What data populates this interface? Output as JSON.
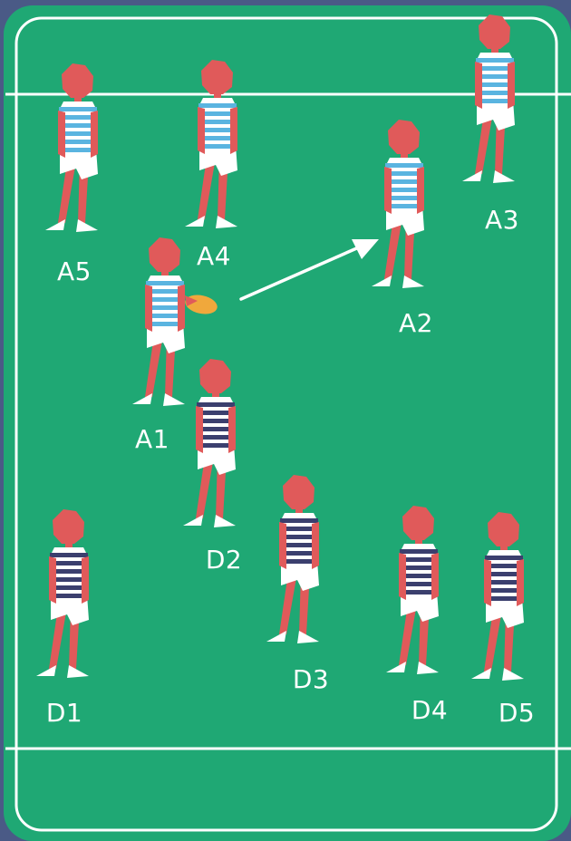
{
  "players": [
    {
      "id": "a5",
      "label": "A5",
      "team": "attack"
    },
    {
      "id": "a4",
      "label": "A4",
      "team": "attack"
    },
    {
      "id": "a3",
      "label": "A3",
      "team": "attack"
    },
    {
      "id": "a2",
      "label": "A2",
      "team": "attack"
    },
    {
      "id": "a1",
      "label": "A1",
      "team": "attack",
      "has_ball": true
    },
    {
      "id": "d2",
      "label": "D2",
      "team": "defense"
    },
    {
      "id": "d1",
      "label": "D1",
      "team": "defense"
    },
    {
      "id": "d3",
      "label": "D3",
      "team": "defense"
    },
    {
      "id": "d4",
      "label": "D4",
      "team": "defense"
    },
    {
      "id": "d5",
      "label": "D5",
      "team": "defense"
    }
  ],
  "pass": {
    "from": "A1",
    "to": "A2"
  },
  "colors": {
    "background": "#4a5a86",
    "field": "#1fa874",
    "lines": "#ffffff",
    "skin": "#e05a5a",
    "attack_stripe": "#5ab4e0",
    "defense_stripe": "#3b3f6e",
    "ball": "#f0a83c"
  }
}
